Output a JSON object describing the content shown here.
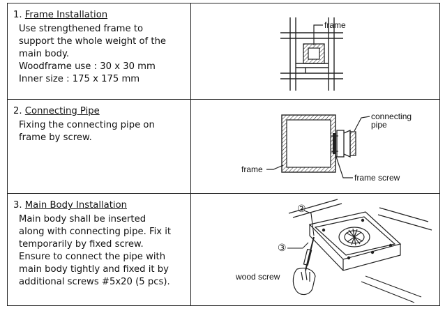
{
  "steps": [
    {
      "number": "1.",
      "title": "Frame Installation",
      "body": [
        "Use strengthened frame to",
        "support the whole weight of the",
        "main body.",
        "Woodframe use : 30 x 30 mm",
        "Inner size : 175 x 175 mm"
      ],
      "figure_labels": {
        "frame": "frame"
      }
    },
    {
      "number": "2.",
      "title": "Connecting Pipe",
      "body": [
        "Fixing the connecting pipe on",
        "frame by screw."
      ],
      "figure_labels": {
        "connecting_line1": "connecting",
        "connecting_line2": "pipe",
        "frame": "frame",
        "frame_screw": "frame screw"
      }
    },
    {
      "number": "3.",
      "title": "Main Body Installation",
      "body": [
        "Main body shall be inserted",
        "along with connecting pipe. Fix it",
        "temporarily by fixed screw.",
        "Ensure to connect the pipe with",
        "main body tightly and fixed it by",
        "additional screws #5x20 (5 pcs)."
      ],
      "figure_labels": {
        "marker_2": "②",
        "marker_3": "③",
        "wood_screw": "wood screw"
      }
    }
  ]
}
